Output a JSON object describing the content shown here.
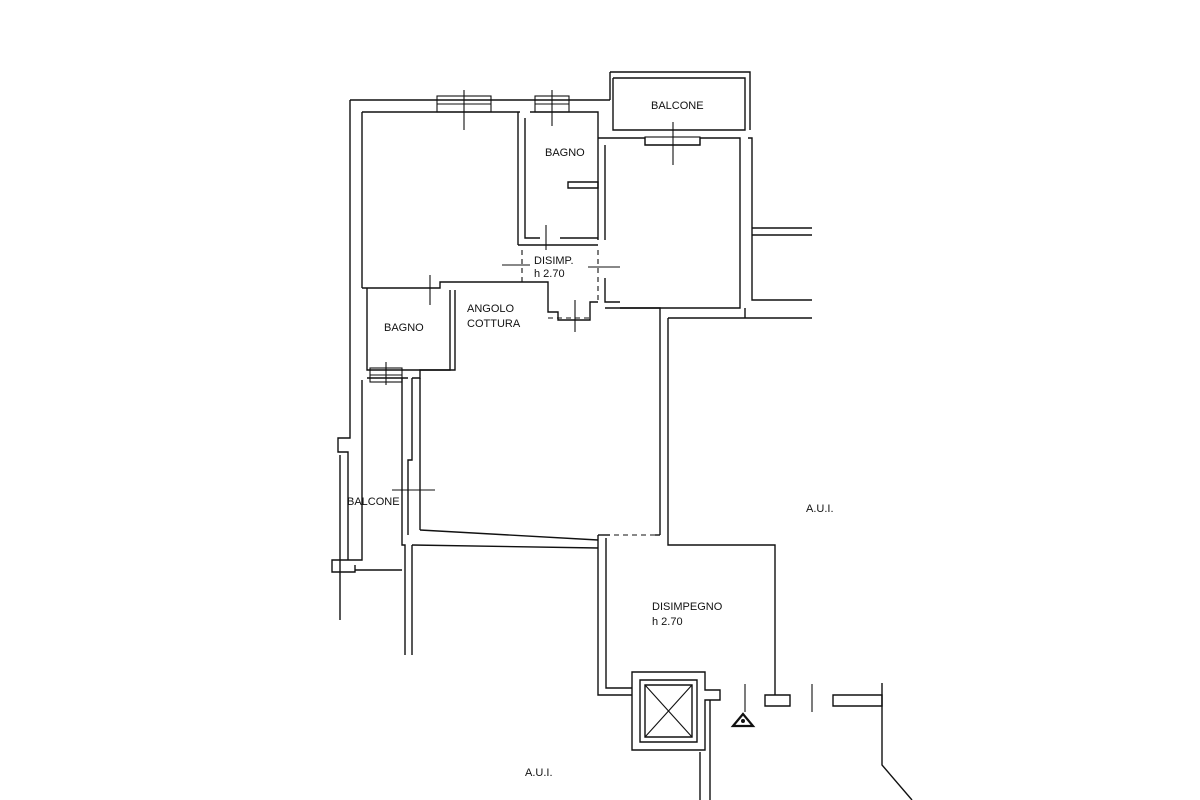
{
  "rooms": {
    "balcone_top": "BALCONE",
    "bagno_top": "BAGNO",
    "disimp_label": "DISIMP.",
    "disimp_height": "h 2.70",
    "angolo_line1": "ANGOLO",
    "angolo_line2": "COTTURA",
    "bagno_left": "BAGNO",
    "balcone_left": "BALCONE",
    "aui_right": "A.U.I.",
    "disimpegno_label": "DISIMPEGNO",
    "disimpegno_height": "h 2.70",
    "aui_bottom": "A.U.I."
  },
  "colors": {
    "line": "#111111",
    "background": "#ffffff"
  },
  "icons": {
    "north": "north-arrow-icon",
    "lift": "elevator-shaft-icon"
  }
}
